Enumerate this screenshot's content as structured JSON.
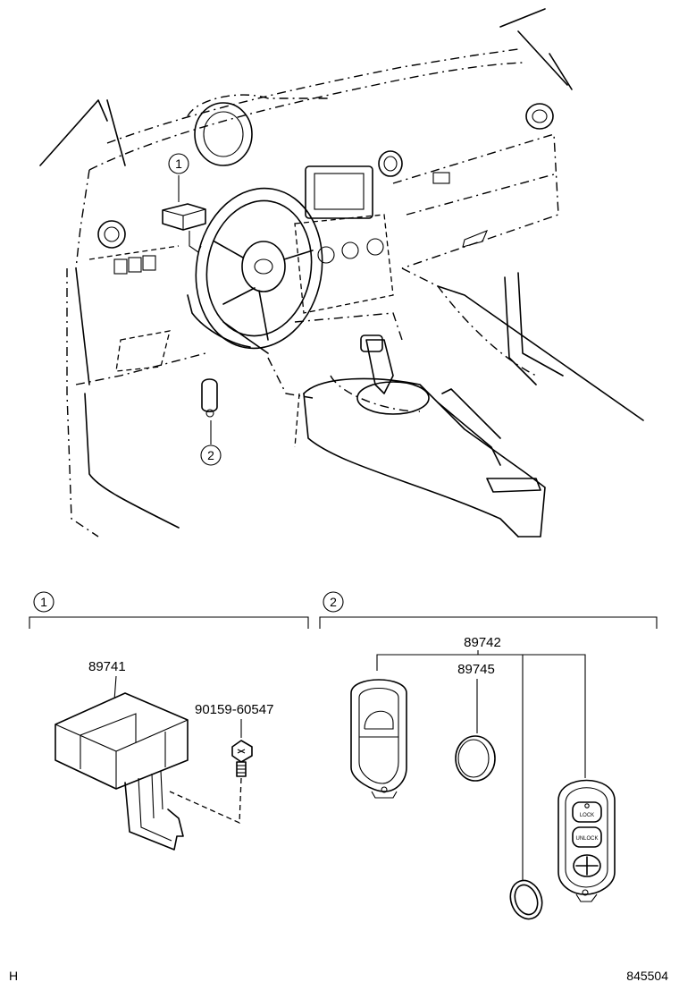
{
  "callouts": {
    "one": "1",
    "two": "2"
  },
  "sections": {
    "section_1": {
      "marker": "1",
      "parts": {
        "receiver": "89741",
        "bolt": "90159-60547"
      }
    },
    "section_2": {
      "marker": "2",
      "parts": {
        "transmitter_assy": "89742",
        "battery": "89745"
      },
      "key_buttons": {
        "lock": "LOCK",
        "unlock": "UNLOCK"
      }
    }
  },
  "footer": {
    "left": "H",
    "right": "845504"
  }
}
